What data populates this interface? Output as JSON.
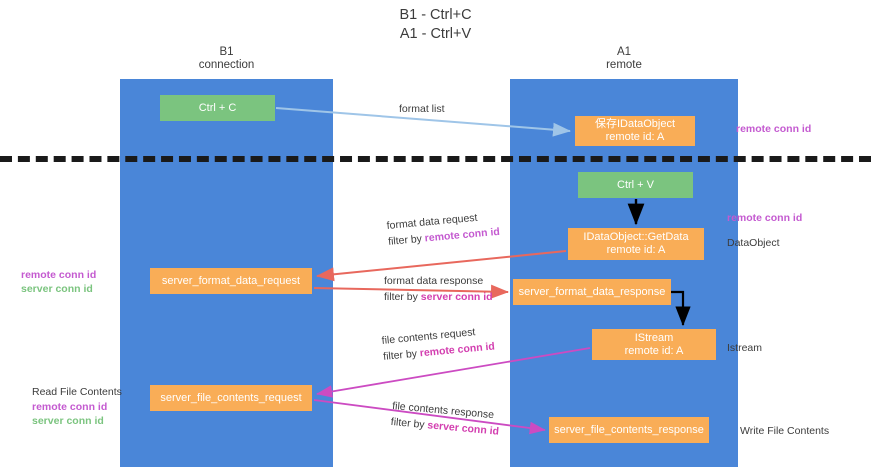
{
  "title": {
    "line1": "B1 - Ctrl+C",
    "line2": "A1 - Ctrl+V"
  },
  "lanes": [
    {
      "id": "b1",
      "line1": "B1",
      "line2": "connection",
      "color": "#4a86d8"
    },
    {
      "id": "a1",
      "line1": "A1",
      "line2": "remote",
      "color": "#4a86d8"
    }
  ],
  "nodes": {
    "ctrl_c": {
      "line1": "Ctrl + C",
      "line2": "",
      "color": "#7bc47f"
    },
    "save_dataobj": {
      "line1": "保存IDataObject",
      "line2": "remote id: A",
      "color": "#f9ad57"
    },
    "ctrl_v": {
      "line1": "Ctrl + V",
      "line2": "",
      "color": "#7bc47f"
    },
    "getdata": {
      "line1": "IDataObject::GetData",
      "line2": "remote id: A",
      "color": "#f9ad57"
    },
    "sfd_request": {
      "line1": "server_format_data_request",
      "line2": "",
      "color": "#f9ad57"
    },
    "sfd_response": {
      "line1": "server_format_data_response",
      "line2": "",
      "color": "#f9ad57"
    },
    "istream": {
      "line1": "IStream",
      "line2": "remote id: A",
      "color": "#f9ad57"
    },
    "sfc_request": {
      "line1": "server_file_contents_request",
      "line2": "",
      "color": "#f9ad57"
    },
    "sfc_response": {
      "line1": "server_file_contents_response",
      "line2": "",
      "color": "#f9ad57"
    }
  },
  "edge_labels": {
    "format_list": {
      "line1": "format list",
      "line2": "",
      "filter": ""
    },
    "format_data_req": {
      "line1": "format data request",
      "line2": "filter by ",
      "filter": "remote conn id"
    },
    "format_data_res": {
      "line1": "format data response",
      "line2": "filter by ",
      "filter": "server conn id"
    },
    "file_contents_req": {
      "line1": "file contents request",
      "line2": "filter by ",
      "filter": "remote conn id"
    },
    "file_contents_res": {
      "line1": "file contents response",
      "line2": "filter by ",
      "filter": "server conn id"
    }
  },
  "annotations": {
    "top_right": {
      "purple": "remote conn id"
    },
    "mid_right": {
      "purple": "remote conn id"
    },
    "dataobject": {
      "plain": "DataObject"
    },
    "istream": {
      "plain": "Istream"
    },
    "write_file": {
      "plain": "Write File Contents"
    },
    "left_mid": {
      "purple": "remote conn id",
      "green": "server conn id"
    },
    "left_bottom": {
      "plain": "Read File Contents",
      "purple": "remote conn id",
      "green": "server conn id"
    }
  },
  "colors": {
    "lane": "#4a86d8",
    "green_node": "#7bc47f",
    "orange_node": "#f9ad57",
    "purple_text": "#c45ad0",
    "green_text": "#7bc47f",
    "arrow_blue": "#9fc5e8",
    "arrow_red": "#e8685d",
    "arrow_magenta": "#cc4bc2",
    "arrow_black": "#000000",
    "dashed_line": "#1a1a1a"
  }
}
